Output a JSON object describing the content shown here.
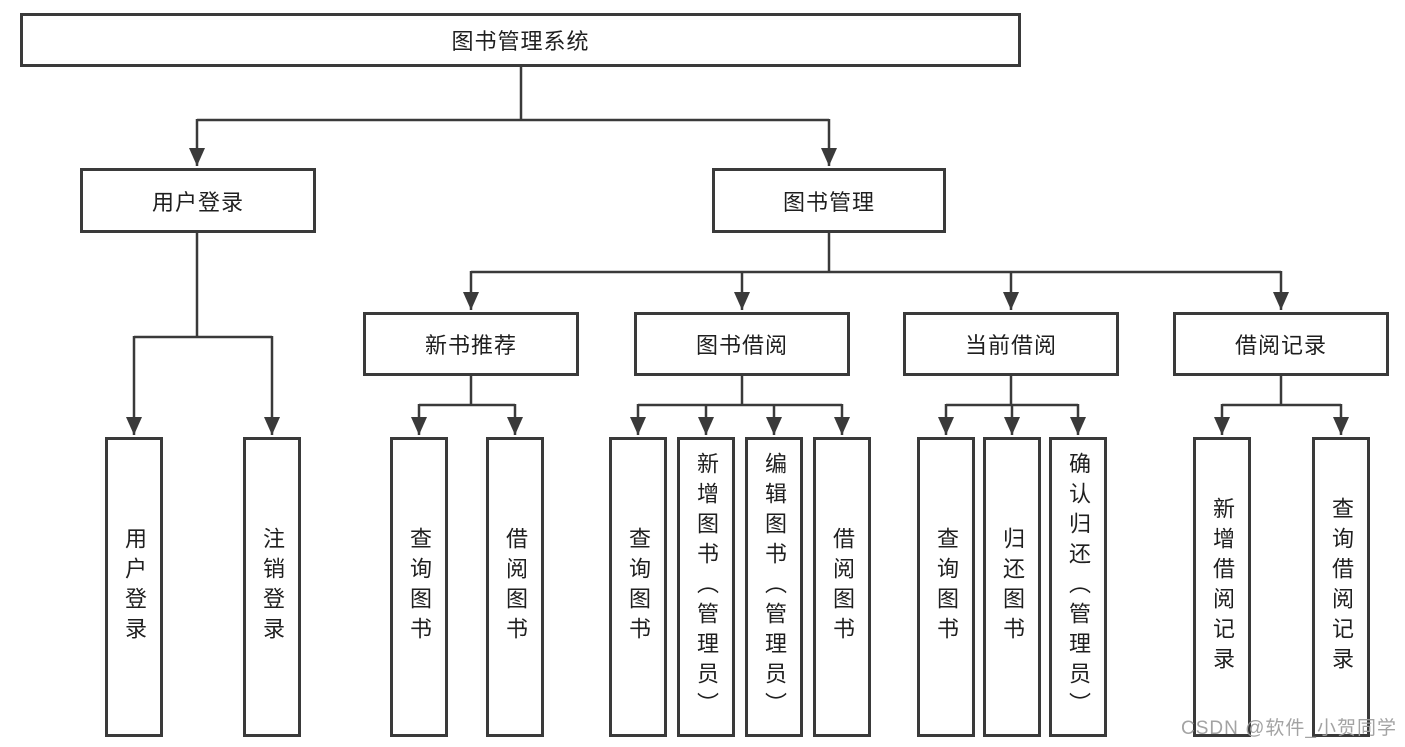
{
  "diagram": {
    "root": {
      "label": "图书管理系统"
    },
    "user_login": {
      "label": "用户登录",
      "children": {
        "login": {
          "label": "用户登录"
        },
        "logout": {
          "label": "注销登录"
        }
      }
    },
    "book_management": {
      "label": "图书管理",
      "children": {
        "new_book_recommend": {
          "label": "新书推荐",
          "children": {
            "query_books": {
              "label": "查询图书"
            },
            "borrow_books": {
              "label": "借阅图书"
            }
          }
        },
        "book_borrowing": {
          "label": "图书借阅",
          "children": {
            "query_books": {
              "label": "查询图书"
            },
            "add_books_admin": {
              "label": "新增图书（管理员）"
            },
            "edit_books_admin": {
              "label": "编辑图书（管理员）"
            },
            "borrow_books": {
              "label": "借阅图书"
            }
          }
        },
        "current_borrowing": {
          "label": "当前借阅",
          "children": {
            "query_books": {
              "label": "查询图书"
            },
            "return_books": {
              "label": "归还图书"
            },
            "confirm_return_admin": {
              "label": "确认归还（管理员）"
            }
          }
        },
        "borrowing_records": {
          "label": "借阅记录",
          "children": {
            "add_record": {
              "label": "新增借阅记录"
            },
            "query_record": {
              "label": "查询借阅记录"
            }
          }
        }
      }
    }
  },
  "watermark": {
    "text": "CSDN @软件_小贺同学"
  },
  "colors": {
    "line": "#3a3a3a",
    "box_border": "#3a3a3a",
    "text": "#1f1f1f",
    "watermark": "#9e9e9e",
    "background": "#ffffff"
  }
}
